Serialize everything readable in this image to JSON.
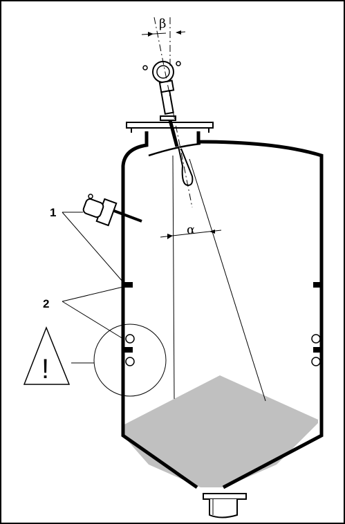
{
  "labels": {
    "beta": "β",
    "alpha": "α",
    "callout_1": "1",
    "callout_2": "2",
    "warning_symbol": "!"
  },
  "colors": {
    "stroke": "#000000",
    "product_fill": "#c0c0c0",
    "background": "#ffffff"
  }
}
